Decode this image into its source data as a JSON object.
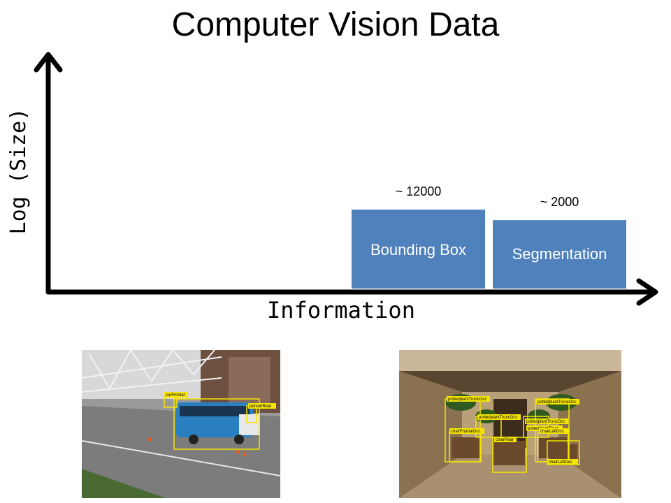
{
  "title": "Computer Vision Data",
  "chart_data": {
    "type": "bar",
    "categories": [
      "Bounding Box",
      "Segmentation"
    ],
    "values": [
      12000,
      2000
    ],
    "value_labels": [
      "~ 12000",
      "~ 2000"
    ],
    "xlabel": "Information",
    "ylabel": "Log (Size)",
    "log_scale": true,
    "grid": false,
    "bar_color": "#4f81bd",
    "axis_color": "#000000"
  },
  "images": {
    "bus_labels": [
      "carFrontal",
      "personRear"
    ],
    "room_labels": [
      "pottedplantTruncOcc",
      "pottedplantTruncOcc",
      "pottedplantTruncOcc",
      "pottedplantTruncOcc",
      "pottedplantTrunc",
      "chairFrontalOcc",
      "chairRear",
      "chairLeftOcc",
      "chairLeftOcc"
    ]
  }
}
